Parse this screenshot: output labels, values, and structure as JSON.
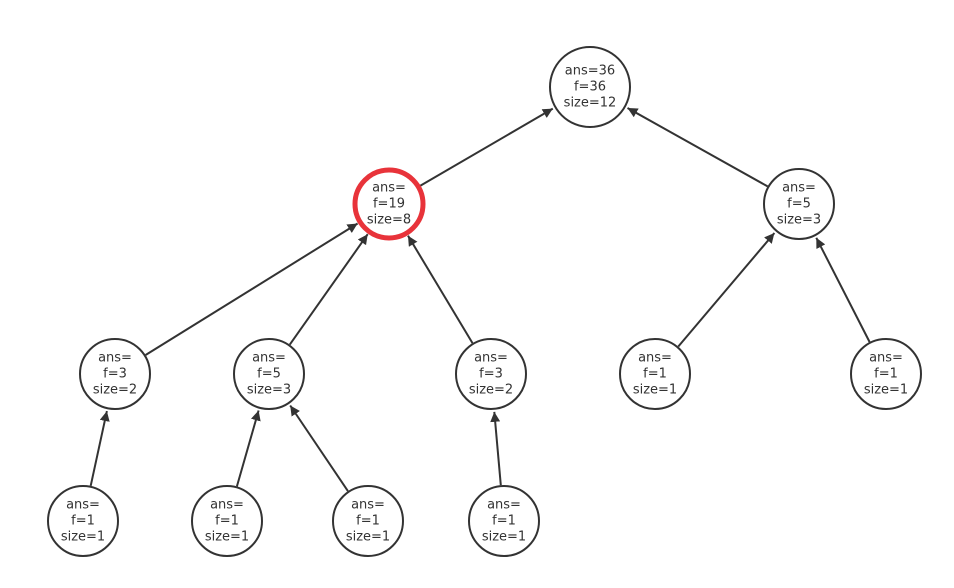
{
  "colors": {
    "node_stroke": "#333333",
    "highlight_stroke": "#e8333a",
    "edge": "#333333",
    "background": "#ffffff"
  },
  "nodes": [
    {
      "id": "root",
      "lines": [
        "ans=36",
        "f=36",
        "size=12"
      ],
      "highlighted": false
    },
    {
      "id": "left",
      "lines": [
        "ans=",
        "f=19",
        "size=8"
      ],
      "highlighted": true
    },
    {
      "id": "right",
      "lines": [
        "ans=",
        "f=5",
        "size=3"
      ],
      "highlighted": false
    },
    {
      "id": "left-a",
      "lines": [
        "ans=",
        "f=3",
        "size=2"
      ],
      "highlighted": false
    },
    {
      "id": "left-b",
      "lines": [
        "ans=",
        "f=5",
        "size=3"
      ],
      "highlighted": false
    },
    {
      "id": "left-c",
      "lines": [
        "ans=",
        "f=3",
        "size=2"
      ],
      "highlighted": false
    },
    {
      "id": "right-a",
      "lines": [
        "ans=",
        "f=1",
        "size=1"
      ],
      "highlighted": false
    },
    {
      "id": "right-b",
      "lines": [
        "ans=",
        "f=1",
        "size=1"
      ],
      "highlighted": false
    },
    {
      "id": "leaf-1",
      "lines": [
        "ans=",
        "f=1",
        "size=1"
      ],
      "highlighted": false
    },
    {
      "id": "leaf-2",
      "lines": [
        "ans=",
        "f=1",
        "size=1"
      ],
      "highlighted": false
    },
    {
      "id": "leaf-3",
      "lines": [
        "ans=",
        "f=1",
        "size=1"
      ],
      "highlighted": false
    },
    {
      "id": "leaf-4",
      "lines": [
        "ans=",
        "f=1",
        "size=1"
      ],
      "highlighted": false
    }
  ],
  "edges": [
    {
      "from": "left",
      "to": "root"
    },
    {
      "from": "right",
      "to": "root"
    },
    {
      "from": "left-a",
      "to": "left"
    },
    {
      "from": "left-b",
      "to": "left"
    },
    {
      "from": "left-c",
      "to": "left"
    },
    {
      "from": "right-a",
      "to": "right"
    },
    {
      "from": "right-b",
      "to": "right"
    },
    {
      "from": "leaf-1",
      "to": "left-a"
    },
    {
      "from": "leaf-2",
      "to": "left-b"
    },
    {
      "from": "leaf-3",
      "to": "left-b"
    },
    {
      "from": "leaf-4",
      "to": "left-c"
    }
  ]
}
